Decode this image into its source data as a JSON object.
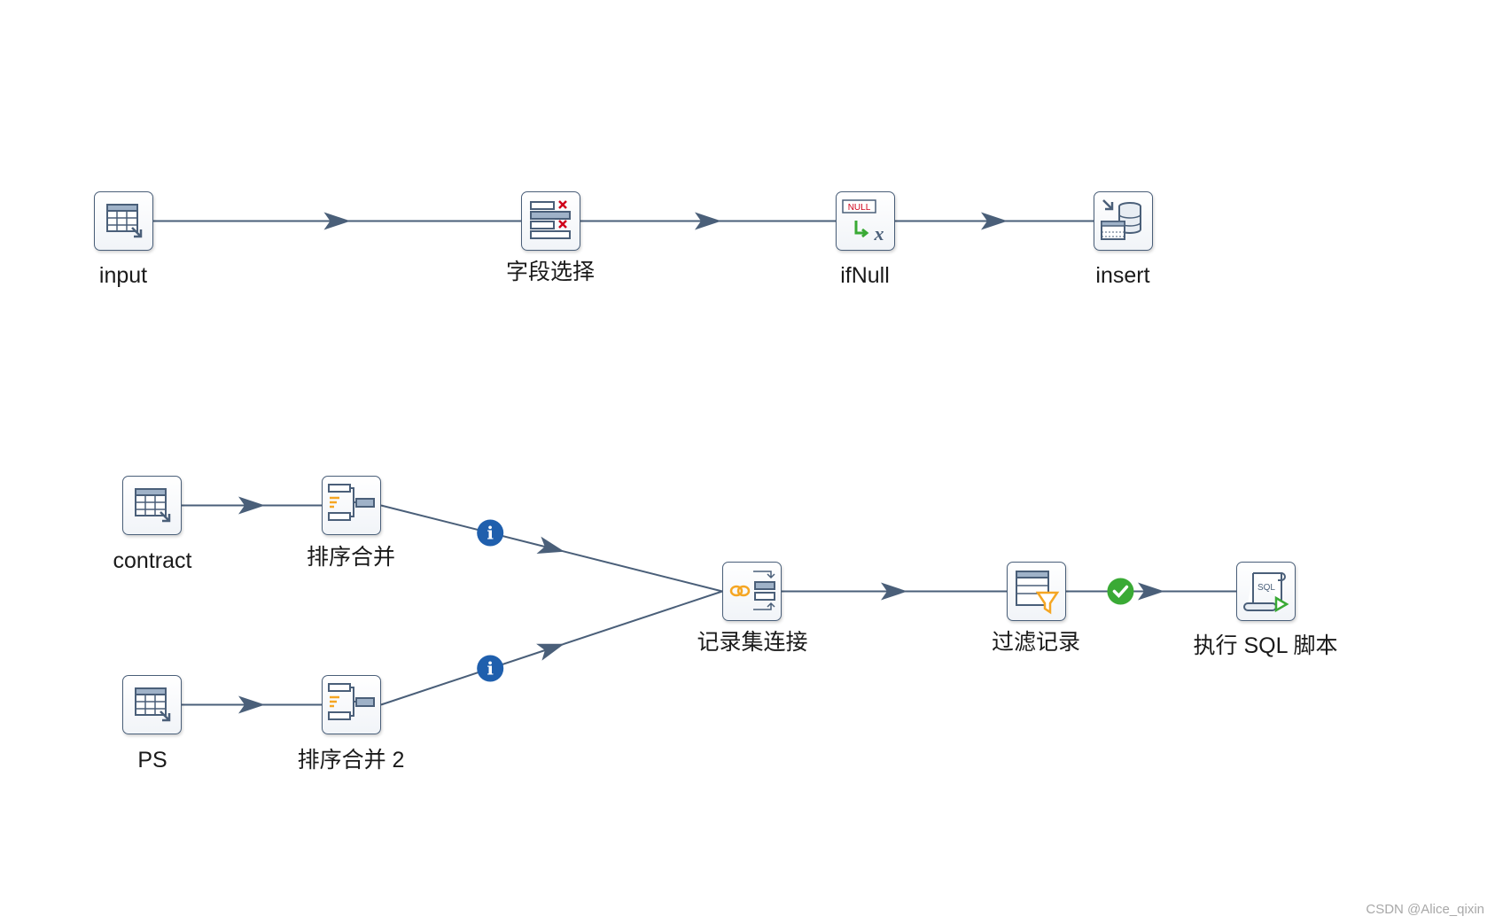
{
  "steps": {
    "input": "input",
    "field_select": "字段选择",
    "ifnull": "ifNull",
    "insert": "insert",
    "contract": "contract",
    "sort_merge": "排序合并",
    "ps": "PS",
    "sort_merge_2": "排序合并 2",
    "join": "记录集连接",
    "filter": "过滤记录",
    "exec_sql": "执行 SQL 脚本"
  },
  "icon_text": {
    "null_badge": "NULL",
    "x_glyph": "x",
    "sql_badge": "SQL",
    "info_glyph": "i"
  },
  "hops": [
    {
      "from": "input",
      "to": "field_select",
      "marker": "none"
    },
    {
      "from": "field_select",
      "to": "ifnull",
      "marker": "none"
    },
    {
      "from": "ifnull",
      "to": "insert",
      "marker": "none"
    },
    {
      "from": "contract",
      "to": "sort_merge",
      "marker": "none"
    },
    {
      "from": "ps",
      "to": "sort_merge_2",
      "marker": "none"
    },
    {
      "from": "sort_merge",
      "to": "join",
      "marker": "info"
    },
    {
      "from": "sort_merge_2",
      "to": "join",
      "marker": "info"
    },
    {
      "from": "join",
      "to": "filter",
      "marker": "none"
    },
    {
      "from": "filter",
      "to": "exec_sql",
      "marker": "success"
    }
  ],
  "colors": {
    "hop_line": "#4a5f79",
    "info_badge": "#1f5fad",
    "success_badge": "#3aaa35",
    "icon_accent_red": "#d0021b",
    "icon_accent_orange": "#f5a623",
    "icon_accent_green": "#3aaa35"
  },
  "watermark": "CSDN @Alice_qixin"
}
